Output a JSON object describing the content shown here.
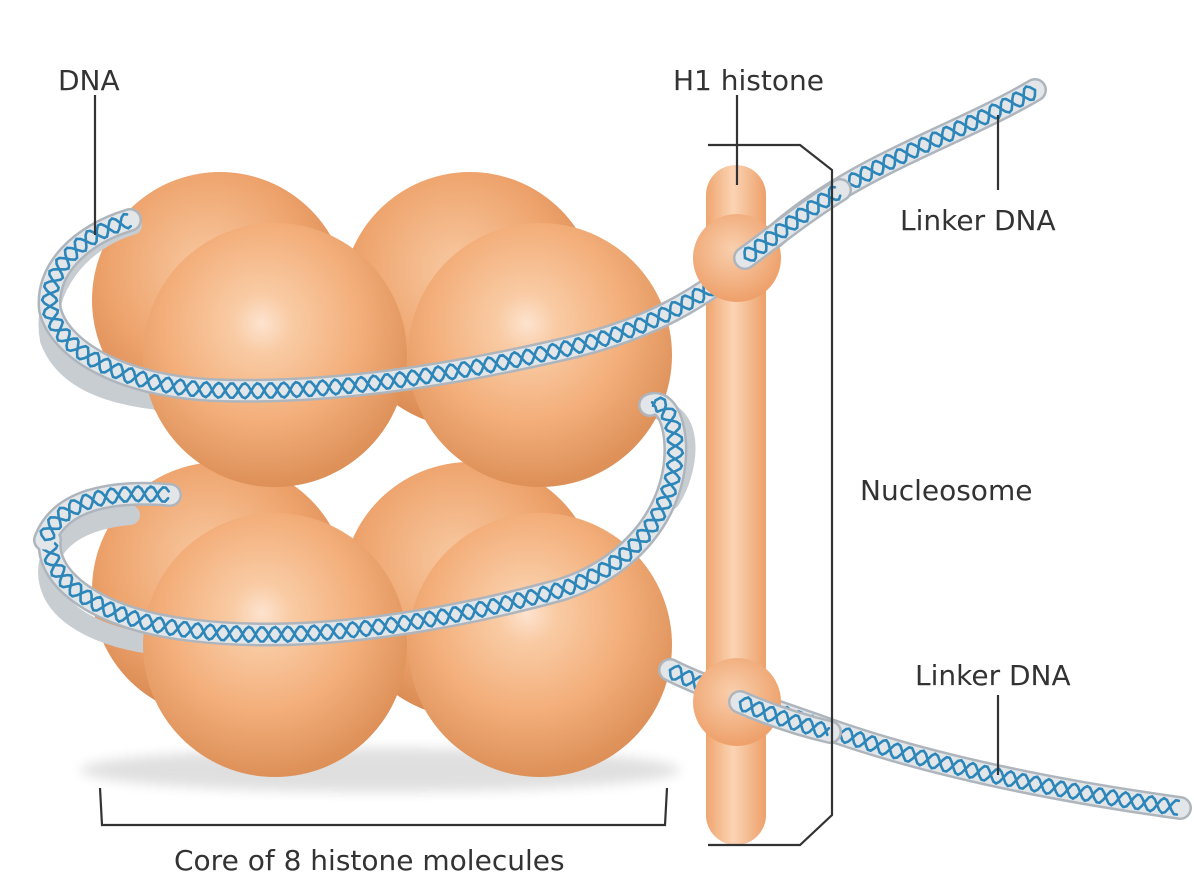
{
  "labels": {
    "dna": "DNA",
    "h1_histone": "H1 histone",
    "linker_dna_top": "Linker DNA",
    "linker_dna_bottom": "Linker DNA",
    "nucleosome": "Nucleosome",
    "core": "Core of 8 histone molecules"
  },
  "colors": {
    "histone_fill": "#f3ae7a",
    "histone_highlight": "#fbd9bf",
    "histone_shadow": "#d98a55",
    "dna_tube": "#e3e6e9",
    "dna_strand": "#2c86b9",
    "leader_line": "#333333",
    "text": "#333333"
  }
}
